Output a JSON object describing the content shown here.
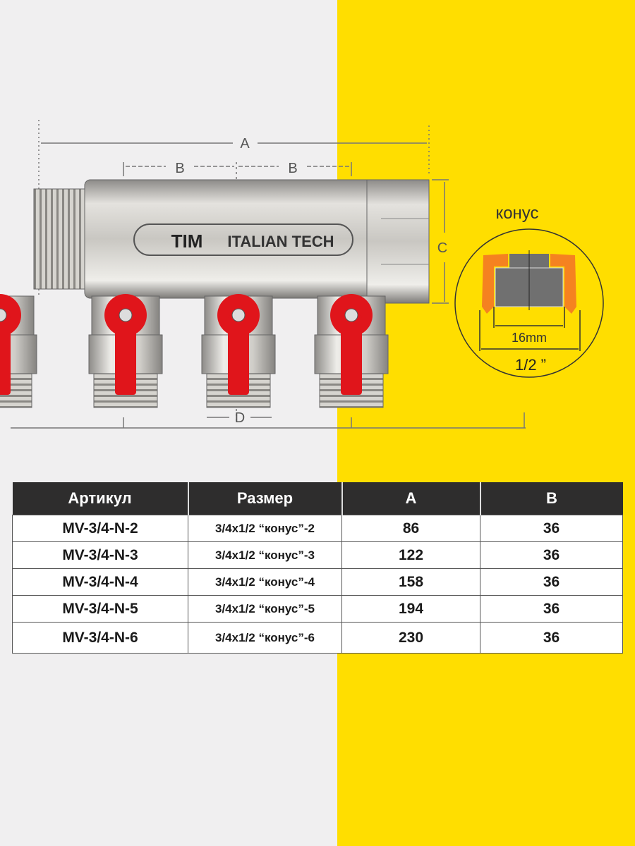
{
  "colors": {
    "left_background": "#f0eff0",
    "right_background": "#ffde00",
    "table_header": "#2e2d2d",
    "valve_handle": "#e0151b",
    "cone_insert": "#f58220"
  },
  "diagram": {
    "dim_A": "A",
    "dim_B1": "B",
    "dim_B2": "B",
    "dim_C": "C",
    "dim_D": "D",
    "logo_brand": "TIM",
    "logo_text": "ITALIAN TECH",
    "cone_title": "конус",
    "cone_inner": "16mm",
    "cone_outer": "1/2 ”"
  },
  "table": {
    "headers": [
      "Артикул",
      "Размер",
      "A",
      "B"
    ],
    "rows": [
      [
        "MV-3/4-N-2",
        "3/4x1/2 “конус”-2",
        "86",
        "36"
      ],
      [
        "MV-3/4-N-3",
        "3/4x1/2 “конус”-3",
        "122",
        "36"
      ],
      [
        "MV-3/4-N-4",
        "3/4x1/2 “конус”-4",
        "158",
        "36"
      ],
      [
        "MV-3/4-N-5",
        "3/4x1/2 “конус”-5",
        "194",
        "36"
      ],
      [
        "MV-3/4-N-6",
        "3/4x1/2 “конус”-6",
        "230",
        "36"
      ]
    ]
  }
}
